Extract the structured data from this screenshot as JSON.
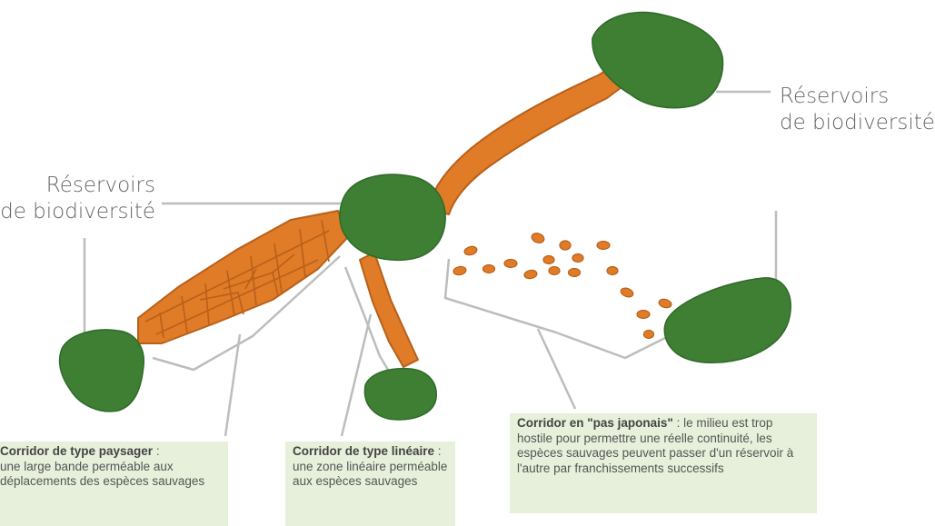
{
  "labels": {
    "reservoirs_left": {
      "line1": "Réservoirs",
      "line2": "de biodiversité"
    },
    "reservoirs_right": {
      "line1": "Réservoirs",
      "line2": "de biodiversité"
    }
  },
  "captions": {
    "paysager": {
      "title": "Corridor de type paysager",
      "separator": " :",
      "text": "une large bande perméable aux déplacements des espèces sauvages"
    },
    "lineaire": {
      "title": "Corridor de type linéaire",
      "separator": " : ",
      "text": "une zone linéaire perméable aux espèces sauvages"
    },
    "japonais": {
      "title": "Corridor en \"pas japonais\"",
      "separator": " : ",
      "text": "le milieu est trop hostile pour permettre une réelle continuité, les espèces sauvages peuvent passer d'un réservoir à l'autre par franchissements successifs"
    }
  },
  "colors": {
    "reservoir_fill": "#3e7f34",
    "reservoir_stroke": "#2f6a28",
    "corridor_fill": "#e07b27",
    "corridor_stroke": "#b8601a",
    "leader_line": "#bdbdbd",
    "caption_bg": "#e6f0da"
  }
}
